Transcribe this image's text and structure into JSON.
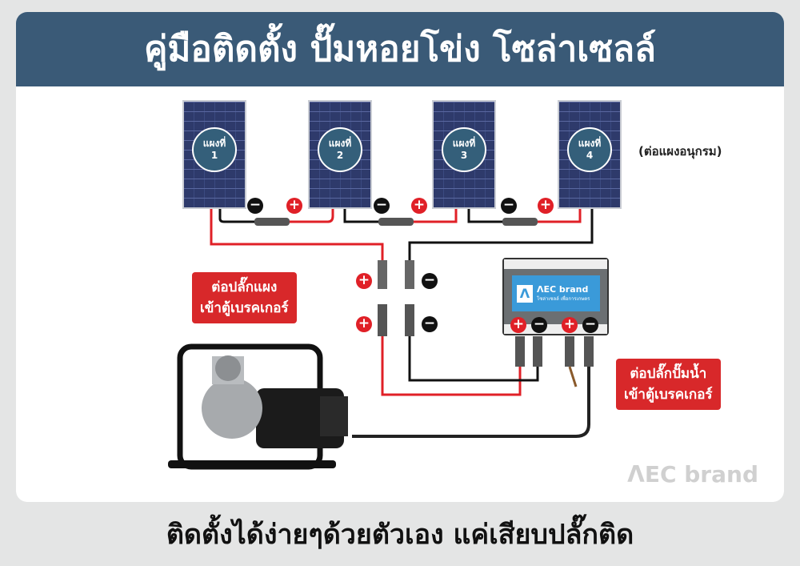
{
  "header": {
    "title": "คู่มือติดตั้ง ปั๊มหอยโข่ง โซล่าเซลล์"
  },
  "panels": [
    {
      "label": "แผงที่",
      "num": "1"
    },
    {
      "label": "แผงที่",
      "num": "2"
    },
    {
      "label": "แผงที่",
      "num": "3"
    },
    {
      "label": "แผงที่",
      "num": "4"
    }
  ],
  "panel_note": "(ต่อแผงอนุกรม)",
  "signs": {
    "plus": "+",
    "minus": "−"
  },
  "callout_left": {
    "line1": "ต่อปลั๊กแผง",
    "line2": "เข้าตู้เบรคเกอร์"
  },
  "callout_right": {
    "line1": "ต่อปลั๊กปั๊มน้ำ",
    "line2": "เข้าตู้เบรคเกอร์"
  },
  "breaker_box": {
    "logo_letter": "Λ",
    "brand": "ΛEC brand",
    "subtitle": "โซล่าเซลล์ เพื่อการเกษตร"
  },
  "watermark": "ΛEC brand",
  "footer": "ติดตั้งได้ง่ายๆด้วยตัวเอง แค่เสียบปลั๊กติด",
  "colors": {
    "header": "#3a5a77",
    "red": "#e02027",
    "callout": "#d8282a"
  }
}
